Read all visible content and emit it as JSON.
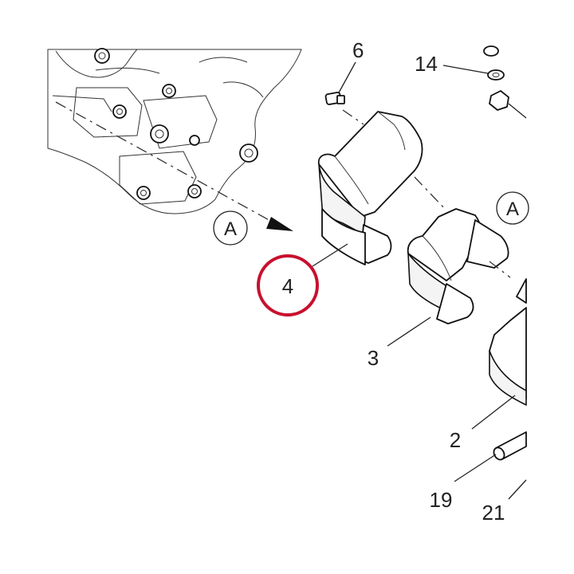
{
  "diagram": {
    "callouts": {
      "part_4": "4",
      "part_3": "3",
      "part_2": "2",
      "part_6": "6",
      "part_14": "14",
      "part_19": "19",
      "part_21": "21"
    },
    "reference_marks": {
      "left": "A",
      "right": "A"
    },
    "highlight_color": "#c8102e"
  }
}
